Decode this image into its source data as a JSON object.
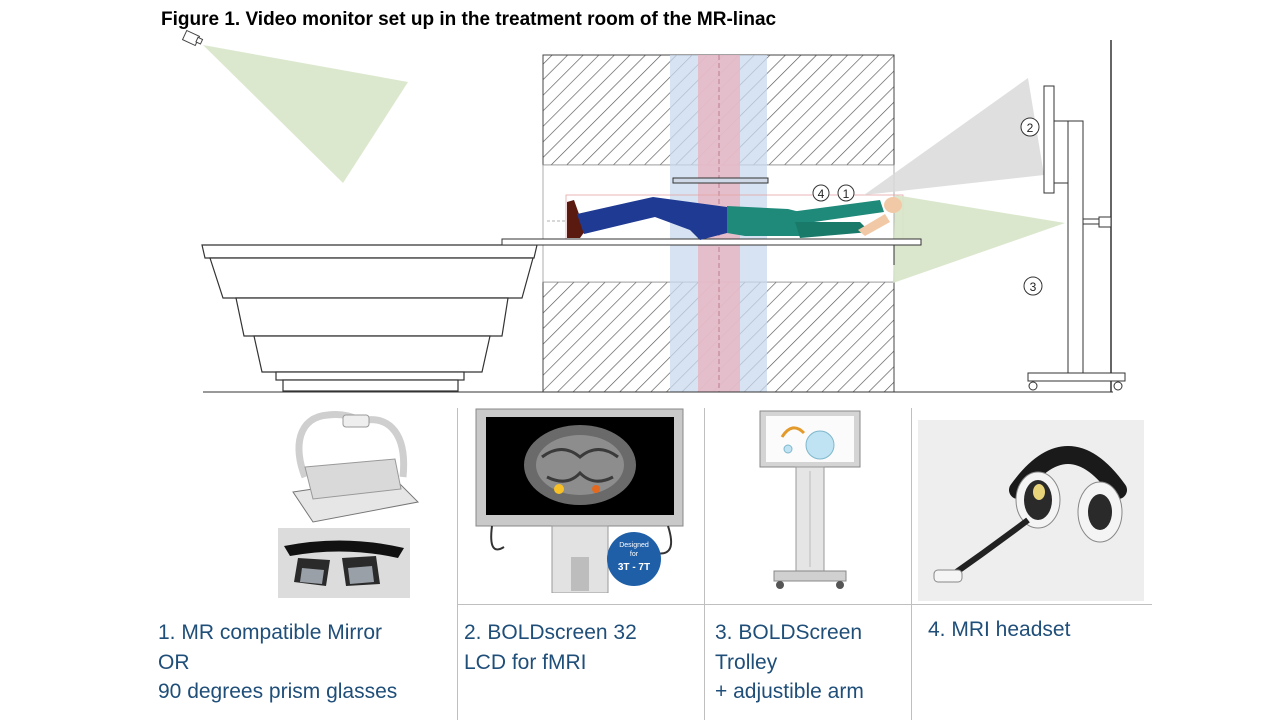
{
  "figure": {
    "title": "Figure 1. Video monitor set up in the treatment room of the MR-linac"
  },
  "markers": {
    "m1": "1",
    "m2": "2",
    "m3": "3",
    "m4": "4"
  },
  "photos": {
    "boldscreen_badge_line1": "Designed",
    "boldscreen_badge_line2": "for",
    "boldscreen_badge_line3": "3T - 7T"
  },
  "captions": {
    "c1": {
      "line1": "1. MR compatible Mirror",
      "line2": "OR",
      "line3": "90 degrees prism glasses"
    },
    "c2": {
      "line1": "2. BOLDscreen 32",
      "line2": "LCD for fMRI"
    },
    "c3": {
      "line1": "3. BOLDScreen",
      "line2": "Trolley",
      "line3": "+ adjustible arm"
    },
    "c4": {
      "line1": "4. MRI headset"
    }
  },
  "colors": {
    "caption_text": "#1f4e79",
    "beam_red": "#e8b7c3",
    "beam_blue": "#c9d9ef",
    "camera_cone": "#d6e4c6",
    "projector_cone": "#d9d9d9",
    "patient_trousers": "#1f3a93",
    "patient_shirt": "#1f8a7a",
    "patient_skin": "#f2c9a6"
  }
}
